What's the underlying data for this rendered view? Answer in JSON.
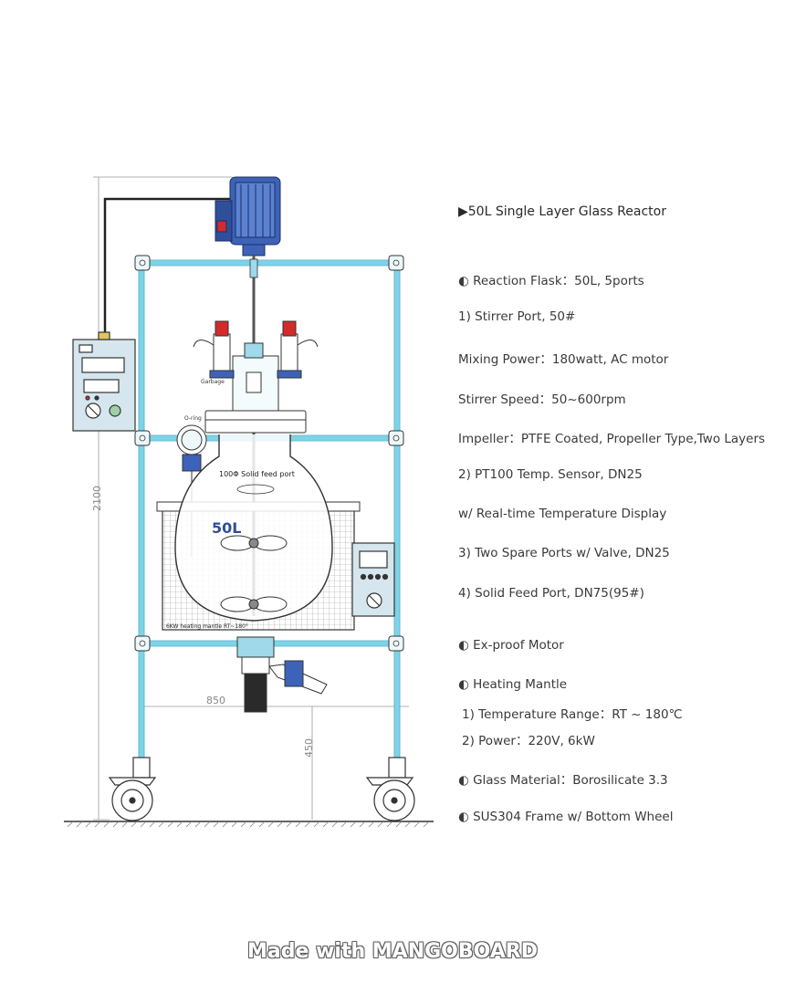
{
  "diagram": {
    "label_volume": "50L",
    "label_height": "2100",
    "label_width": "850",
    "label_wheel_height": "450",
    "label_solid_feed": "100Φ Solid feed port",
    "label_heating_mantle": "6KW heating mantle RT~180°",
    "label_garbage": "Garbage",
    "label_oring": "O-ring"
  },
  "specs": {
    "title": "▶50L Single Layer Glass Reactor",
    "flask": "◐ Reaction Flask：50L, 5ports",
    "stirrer_port": "1) Stirrer Port, 50#",
    "mixing_power": "Mixing Power：180watt, AC motor",
    "stirrer_speed": "Stirrer Speed：50~600rpm",
    "impeller": "Impeller：PTFE Coated, Propeller Type,Two Layers",
    "temp_sensor": "2) PT100 Temp. Sensor, DN25",
    "temp_display": "w/ Real-time Temperature Display",
    "spare_ports": "3) Two Spare Ports w/ Valve, DN25",
    "solid_feed": "4) Solid Feed Port, DN75(95#)",
    "motor": "◐ Ex-proof Motor",
    "mantle": "◐ Heating Mantle",
    "temp_range": "1) Temperature Range：RT ~ 180℃",
    "power": "2) Power：220V, 6kW",
    "glass": "◐ Glass Material：Borosilicate 3.3",
    "frame": "◐ SUS304 Frame w/ Bottom Wheel"
  },
  "watermark": "Made with MANGOBOARD",
  "colors": {
    "frame": "#7fd3e6",
    "frame_dark": "#3aa7c4",
    "motor": "#3d63b8",
    "valve": "#d42a2a"
  }
}
